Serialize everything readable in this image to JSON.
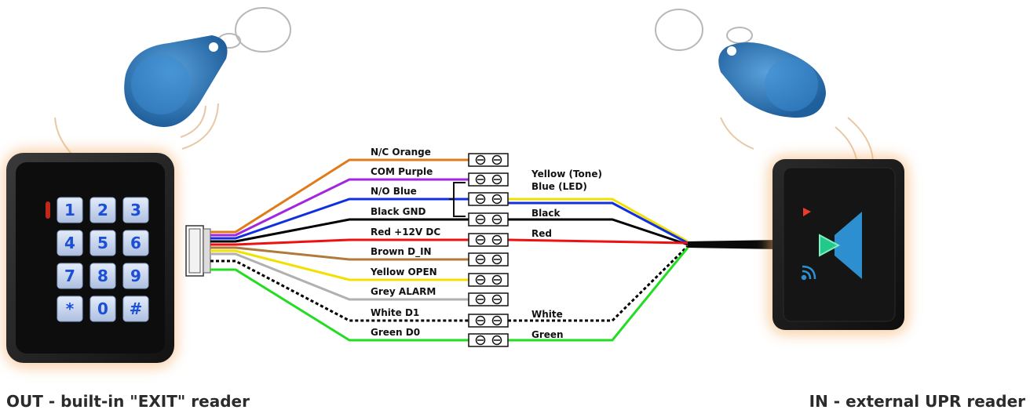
{
  "captions": {
    "left": "OUT - built-in \"EXIT\" reader",
    "right": "IN - external UPR reader"
  },
  "keypad": {
    "keys": [
      "1",
      "2",
      "3",
      "4",
      "5",
      "6",
      "7",
      "8",
      "9",
      "*",
      "0",
      "#"
    ]
  },
  "left_wires": [
    {
      "label": "N/C Orange",
      "color": "#e07b1a",
      "style": "solid"
    },
    {
      "label": "COM Purple",
      "color": "#a126e0",
      "style": "solid"
    },
    {
      "label": "N/O Blue",
      "color": "#1030e0",
      "style": "solid"
    },
    {
      "label": "Black GND",
      "color": "#000000",
      "style": "solid"
    },
    {
      "label": "Red +12V DC",
      "color": "#ee1111",
      "style": "solid"
    },
    {
      "label": "Brown D_IN",
      "color": "#b07a3a",
      "style": "solid"
    },
    {
      "label": "Yellow OPEN",
      "color": "#f2e000",
      "style": "solid"
    },
    {
      "label": "Grey ALARM",
      "color": "#b0b0b0",
      "style": "solid"
    },
    {
      "label": "White D1",
      "color": "#000000",
      "style": "dashed"
    },
    {
      "label": "Green D0",
      "color": "#22dd22",
      "style": "solid"
    }
  ],
  "right_wires": [
    {
      "label": "Yellow (Tone)",
      "color": "#f2e000",
      "style": "solid"
    },
    {
      "label": "Blue (LED)",
      "color": "#1030e0",
      "style": "solid"
    },
    {
      "label": "Black",
      "color": "#000000",
      "style": "solid"
    },
    {
      "label": "Red",
      "color": "#ee1111",
      "style": "solid"
    },
    {
      "label": "White",
      "color": "#000000",
      "style": "dashed"
    },
    {
      "label": "Green",
      "color": "#22dd22",
      "style": "solid"
    }
  ],
  "colors": {
    "fob": "#2f7fc0",
    "reader_glow": "#f5b06a",
    "reader_body": "#1c1c1c",
    "key_face": "#c9d8f2"
  }
}
